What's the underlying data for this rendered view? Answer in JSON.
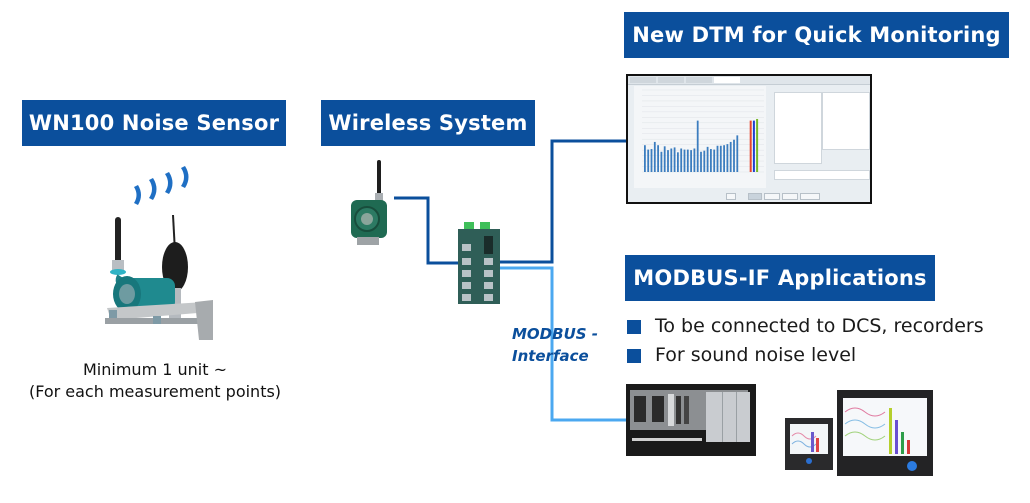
{
  "sections": {
    "sensor": {
      "title": "WN100 Noise Sensor",
      "caption_line1": "Minimum 1 unit ~",
      "caption_line2": "(For each measurement points)"
    },
    "wireless": {
      "title": "Wireless System"
    },
    "dtm": {
      "title": "New DTM for Quick Monitoring",
      "chart_bars_relative": [
        49,
        41,
        42,
        55,
        49,
        37,
        47,
        40,
        43,
        45,
        36,
        43,
        41,
        41,
        40,
        43,
        94,
        37,
        39,
        46,
        42,
        41,
        48,
        48,
        49,
        51,
        55,
        59,
        67
      ],
      "summary_bars_relative": [
        94,
        94,
        97
      ],
      "summary_bar_colors": [
        "#e8452c",
        "#1f3fd1",
        "#77b82a"
      ]
    },
    "modbus": {
      "title": "MODBUS-IF Applications",
      "interface_label_line1": "MODBUS -",
      "interface_label_line2": "Interface",
      "bullets": [
        "To be connected to DCS, recorders",
        "For sound noise level"
      ]
    }
  },
  "colors": {
    "label_bg": "#0B4F9C",
    "line_dark": "#0B4F9C",
    "line_light": "#4BA8F0",
    "bar": "#3C7DBF"
  }
}
